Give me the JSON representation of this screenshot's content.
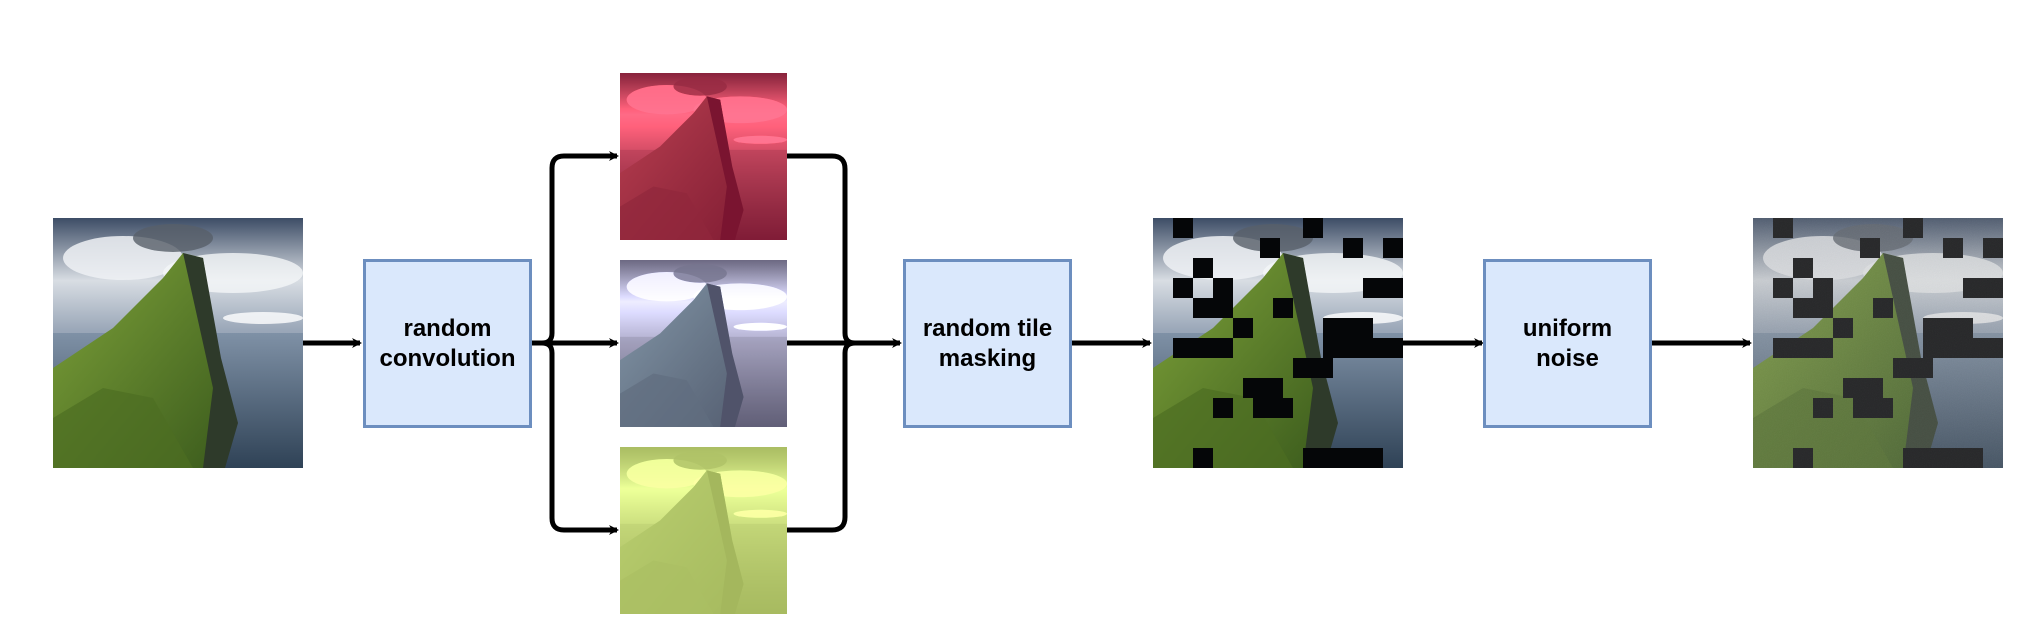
{
  "boxes": {
    "random_convolution": {
      "line1": "random",
      "line2": "convolution"
    },
    "random_tile_masking": {
      "line1": "random tile",
      "line2": "masking"
    },
    "uniform_noise": {
      "line1": "uniform",
      "line2": "noise"
    }
  },
  "images": {
    "input": "photo-landscape-original",
    "conv_red": "photo-landscape-red-convolution",
    "conv_blue": "photo-landscape-blue-convolution",
    "conv_green": "photo-landscape-green-convolution",
    "masked": "photo-landscape-tile-masked",
    "noisy": "photo-landscape-masked-noise"
  },
  "colors": {
    "box_fill": "#dae8fc",
    "box_border": "#6c8ebf",
    "arrow": "#000000"
  }
}
